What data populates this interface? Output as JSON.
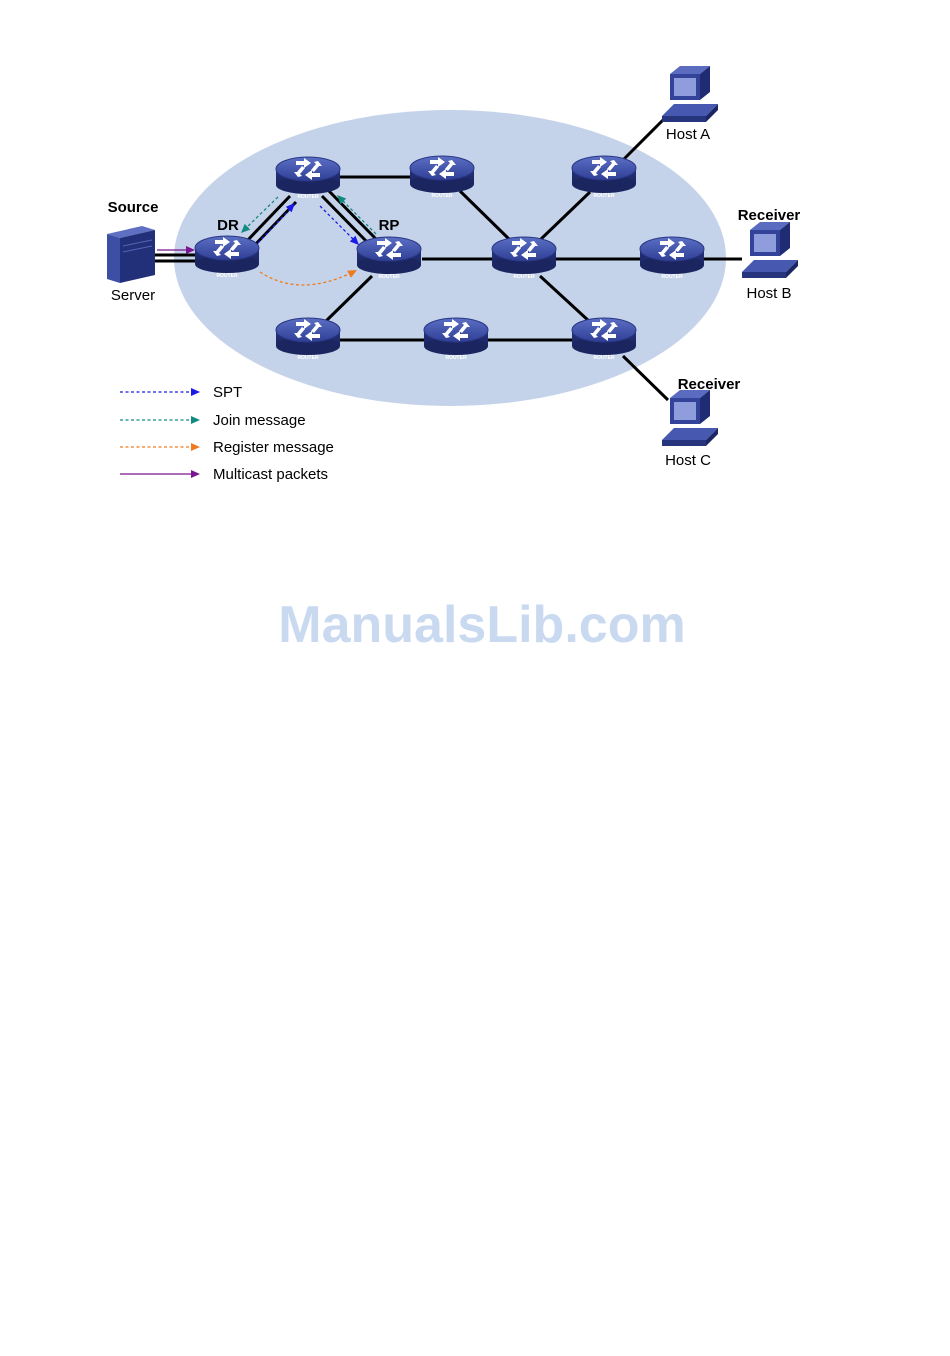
{
  "nodes": {
    "router_label": "ROUTER",
    "source_title": "Source",
    "server": "Server",
    "dr": "DR",
    "rp": "RP",
    "host_a": "Host A",
    "host_b": "Host B",
    "host_c": "Host C",
    "receiver_b": "Receiver",
    "receiver_c": "Receiver"
  },
  "legend": {
    "spt": "SPT",
    "join": "Join message",
    "register": "Register message",
    "multicast": "Multicast packets"
  },
  "colors": {
    "spt": "#1a1ae6",
    "join": "#138a80",
    "register": "#f07a1e",
    "multicast": "#7a1490",
    "domain": "#c5d3ea",
    "router": "#3d4fa8"
  },
  "watermark": "ManualsLib.com"
}
